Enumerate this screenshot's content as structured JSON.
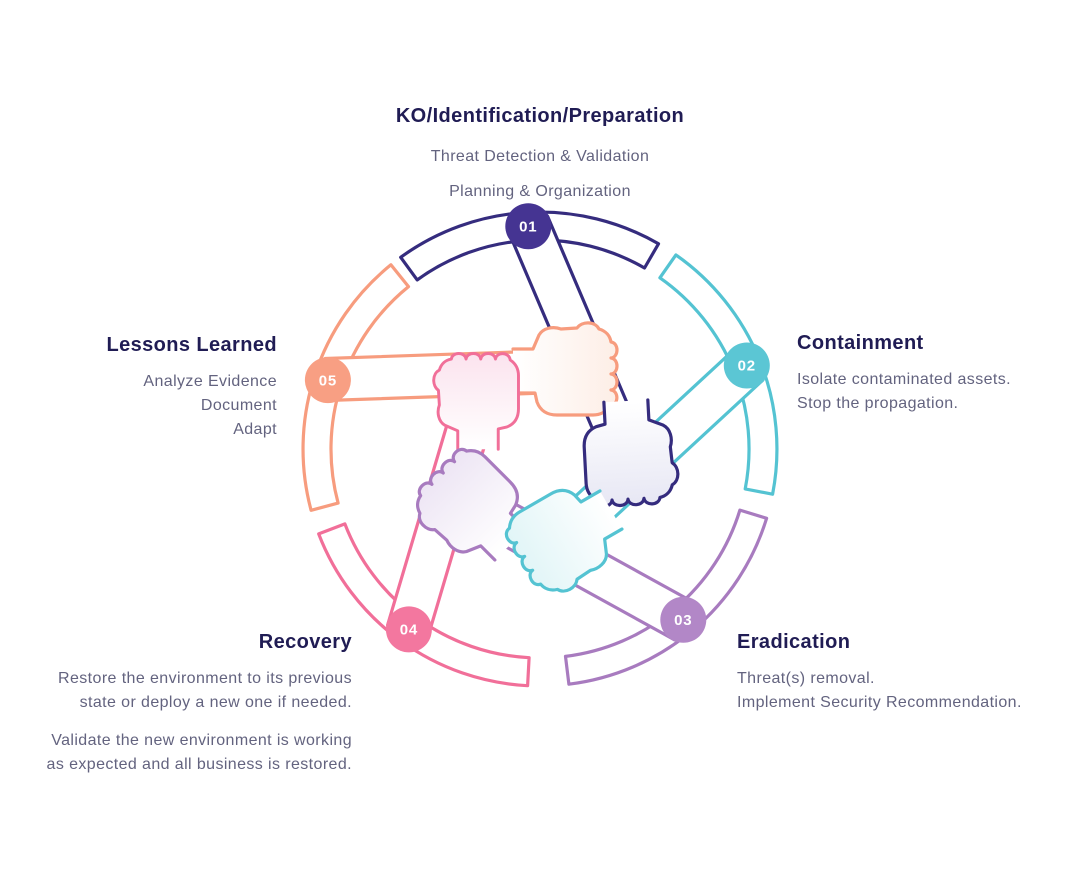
{
  "page": {
    "background": "#ffffff"
  },
  "text_colors": {
    "heading": "#201c54",
    "body": "#63637f"
  },
  "icons": {
    "center": "joined-fists"
  },
  "stages": [
    {
      "id": 1,
      "badge": "01",
      "title": "KO/Identification/Preparation",
      "desc": [
        "Threat Detection & Validation",
        "Planning & Organization"
      ],
      "colors": {
        "main": "#352c7e",
        "badge": "#453492",
        "fist_tint": "#e7e7f4"
      }
    },
    {
      "id": 2,
      "badge": "02",
      "title": "Containment",
      "desc": [
        "Isolate contaminated assets.",
        "Stop the propagation."
      ],
      "colors": {
        "main": "#54c3d2",
        "badge": "#5bc6d4",
        "fist_tint": "#e1f5f7"
      }
    },
    {
      "id": 3,
      "badge": "03",
      "title": "Eradication",
      "desc": [
        "Threat(s) removal.",
        "Implement Security Recommendation."
      ],
      "colors": {
        "main": "#a87bbf",
        "badge": "#b287c7",
        "fist_tint": "#ede5f4"
      }
    },
    {
      "id": 4,
      "badge": "04",
      "title": "Recovery",
      "desc": [
        "Restore the environment to its previous",
        "state or deploy a new one if needed.",
        "",
        "Validate the new environment is working",
        "as expected and all business is restored."
      ],
      "colors": {
        "main": "#f16f99",
        "badge": "#f3779f",
        "fist_tint": "#fbe3ee"
      }
    },
    {
      "id": 5,
      "badge": "05",
      "title": "Lessons Learned",
      "desc": [
        "Analyze Evidence",
        "Document",
        "Adapt"
      ],
      "colors": {
        "main": "#f79c7e",
        "badge": "#f89f83",
        "fist_tint": "#fdeee6"
      }
    }
  ]
}
